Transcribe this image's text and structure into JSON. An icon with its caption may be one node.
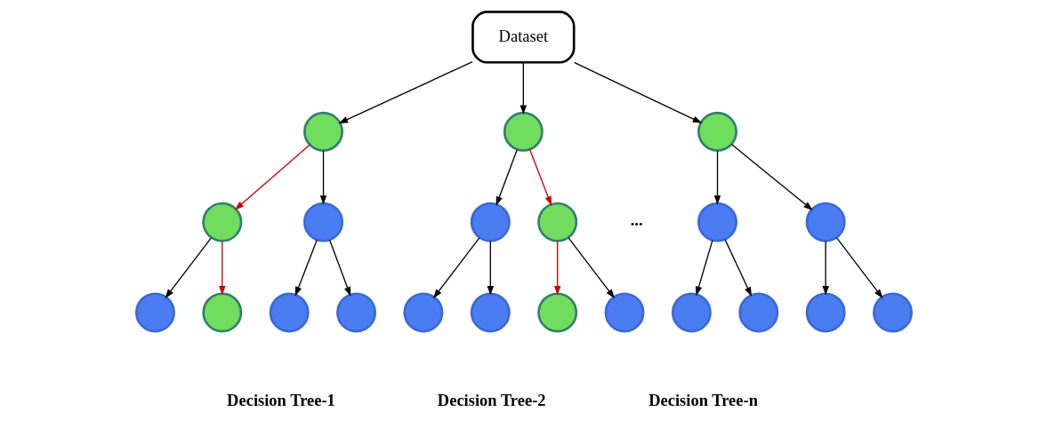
{
  "diagram": {
    "nodes": [
      {
        "text": [
          "Dataset"
        ]
      },
      {
        "text": [],
        "shape": "circle"
      },
      {
        "text": [],
        "shape": "circle"
      },
      {
        "text": [],
        "shape": "circle"
      },
      {
        "text": [],
        "shape": "circle"
      },
      {
        "text": [],
        "shape": "circle"
      },
      {
        "text": [],
        "shape": "circle"
      },
      {
        "text": [],
        "shape": "circle"
      },
      {
        "text": [],
        "shape": "circle"
      },
      {
        "text": [],
        "shape": "circle"
      },
      {
        "text": [],
        "shape": "circle"
      },
      {
        "text": [],
        "shape": "circle"
      },
      {
        "text": [],
        "shape": "circle"
      },
      {
        "text": [],
        "shape": "circle"
      },
      {
        "text": [],
        "shape": "circle"
      },
      {
        "text": [],
        "shape": "circle"
      },
      {
        "text": [],
        "shape": "circle"
      },
      {
        "text": [],
        "shape": "circle"
      },
      {
        "text": [],
        "shape": "circle"
      },
      {
        "text": [],
        "shape": "circle"
      },
      {
        "text": [],
        "shape": "circle"
      },
      {
        "text": [],
        "shape": "circle"
      }
    ],
    "edges": [
      {
        "from": 0,
        "to": 1,
        "arrow": "to"
      },
      {
        "from": 0,
        "to": 8,
        "arrow": "to"
      },
      {
        "from": 0,
        "to": 15,
        "arrow": "to"
      },
      {
        "from": 1,
        "to": 2,
        "arrow": "to",
        "color": "#cc0000"
      },
      {
        "from": 1,
        "to": 3,
        "arrow": "to"
      },
      {
        "from": 2,
        "to": 4,
        "arrow": "to"
      },
      {
        "from": 2,
        "to": 5,
        "arrow": "to",
        "color": "#cc0000"
      },
      {
        "from": 3,
        "to": 6,
        "arrow": "to"
      },
      {
        "from": 3,
        "to": 7,
        "arrow": "to"
      },
      {
        "from": 8,
        "to": 9,
        "arrow": "to"
      },
      {
        "from": 8,
        "to": 10,
        "arrow": "to",
        "color": "#cc0000"
      },
      {
        "from": 9,
        "to": 11,
        "arrow": "to"
      },
      {
        "from": 9,
        "to": 12,
        "arrow": "to"
      },
      {
        "from": 10,
        "to": 13,
        "arrow": "to",
        "color": "#cc0000"
      },
      {
        "from": 10,
        "to": 14,
        "arrow": "to"
      },
      {
        "from": 15,
        "to": 16,
        "arrow": "to"
      },
      {
        "from": 15,
        "to": 17,
        "arrow": "to"
      },
      {
        "from": 16,
        "to": 18,
        "arrow": "to"
      },
      {
        "from": 16,
        "to": 19,
        "arrow": "to"
      },
      {
        "from": 17,
        "to": 20,
        "arrow": "to"
      },
      {
        "from": 17,
        "to": 21,
        "arrow": "to"
      }
    ],
    "labels": [
      "...",
      "Decision Tree-1",
      "Decision Tree-2",
      "Decision Tree-n"
    ]
  }
}
